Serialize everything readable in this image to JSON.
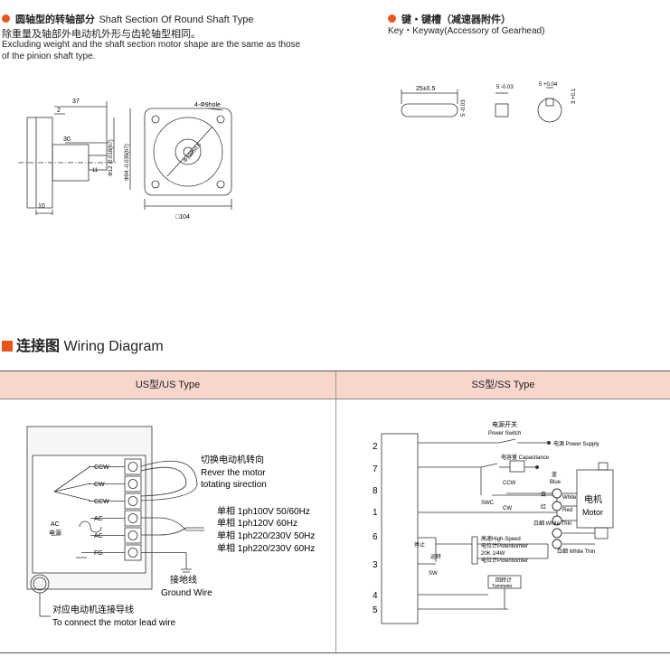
{
  "shaft": {
    "title_cn": "圆轴型的转轴部分",
    "title_en": "Shaft Section Of Round Shaft Type",
    "desc_cn": "除重量及轴部外电动机外形与齿轮轴型相同。",
    "desc_en_1": "Excluding weight and the shaft section motor shape are the same as those",
    "desc_en_2": "of the pinion shaft type.",
    "dims": {
      "d37": "37",
      "d2": "2",
      "d30": "30",
      "d10": "10",
      "d104": "□104",
      "hole": "4-Φ9hole",
      "shaft_dia": "Φ12 -0.018(h7)",
      "pilot_dia": "Φ94 -0.035(h7)",
      "pcd": "Φ120±0.5",
      "d11": "11"
    }
  },
  "key": {
    "title_cn": "键・键槽（减速器附件）",
    "title_en": "Key・Keyway(Accessory of Gearhead)",
    "d25": "25±0.5",
    "d5a": "5 -0.03",
    "d5b": "5 -0.03",
    "d5c": "5 +0.04",
    "d3": "3 +0.1"
  },
  "wiring": {
    "title_cn": "连接图",
    "title_en": "Wiring Diagram",
    "us_header": "US型/US Type",
    "ss_header": "SS型/SS Type",
    "us": {
      "terminals": [
        "CCW",
        "CW",
        "CCW",
        "AC",
        "AC",
        "FG"
      ],
      "ac_cn": "AC",
      "ac_power": "电源",
      "reverse_cn": "切换电动机转向",
      "reverse_en_1": "Rever the motor",
      "reverse_en_2": "totating sirection",
      "spec_1": "单相 1ph100V  50/60Hz",
      "spec_2": "单相 1ph120V  60Hz",
      "spec_3": "单相 1ph220/230V  50Hz",
      "spec_4": "单相 1ph220/230V  60Hz",
      "ground_cn": "接地线",
      "ground_en": "Ground Wire",
      "lead_cn": "对应电动机连接导线",
      "lead_en": "To connect the motor lead wire"
    },
    "ss": {
      "pins": [
        "2",
        "7",
        "8",
        "1",
        "6",
        "3",
        "4",
        "5"
      ],
      "power_switch_cn": "电源开关",
      "power_switch_en": "Power Switch",
      "power_supply": "电源 Power Supply",
      "capacitance": "电容量 Capacitance",
      "blue_cn": "蓝",
      "blue_en": "Blue",
      "white_cn": "白",
      "white_en": "White",
      "red_cn": "红",
      "red_en": "Red",
      "ccw": "CCW",
      "cw": "CW",
      "swc": "SWC",
      "motor_cn": "电机",
      "motor_en": "Motor",
      "white_thin_1": "白细 White Thin",
      "white_thin_2": "白细 White Thin",
      "stop": "停止",
      "run": "运转",
      "sw": "SW",
      "high_speed": "高速High-Speed",
      "pot_1": "电位计Potentiomter",
      "pot_val": "20K 1/4W",
      "pot_2": "电位计Potentiomter",
      "tacho_cn": "回转计",
      "tacho_en": "Tummeter"
    }
  }
}
